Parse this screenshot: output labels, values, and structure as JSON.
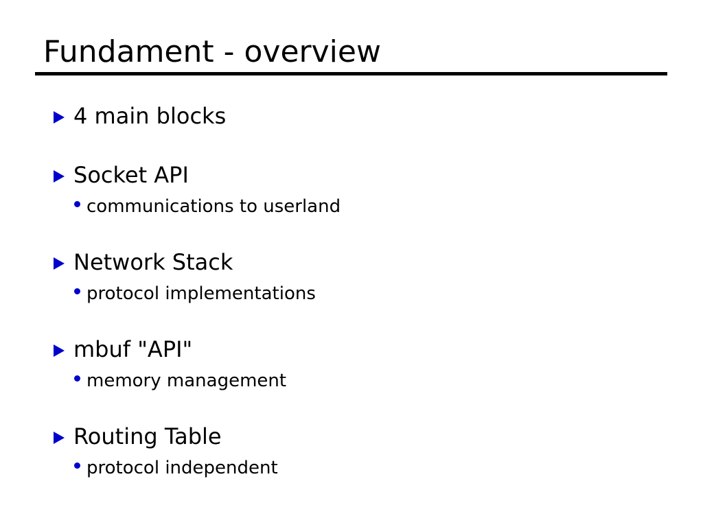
{
  "slide": {
    "title": "Fundament - overview",
    "background_color": "#ffffff",
    "text_color": "#000000",
    "accent_color": "#0000cc",
    "rule_color": "#000000",
    "marker_l1": "triangle-right",
    "marker_l2": "dot",
    "groups": [
      {
        "heading": "4 main blocks",
        "subitems": []
      },
      {
        "heading": "Socket API",
        "subitems": [
          "communications to userland"
        ]
      },
      {
        "heading": "Network Stack",
        "subitems": [
          "protocol implementations"
        ]
      },
      {
        "heading": "mbuf \"API\"",
        "subitems": [
          "memory management"
        ]
      },
      {
        "heading": "Routing Table",
        "subitems": [
          "protocol independent"
        ]
      }
    ]
  }
}
